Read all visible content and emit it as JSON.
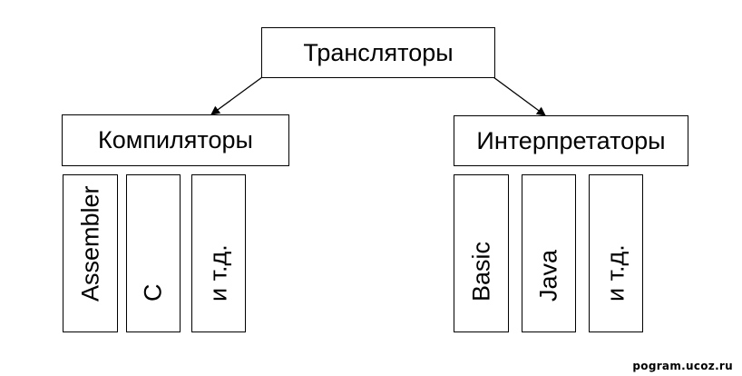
{
  "diagram": {
    "root": {
      "label": "Трансляторы"
    },
    "branches": [
      {
        "label": "Компиляторы",
        "items": [
          "Assembler",
          "C",
          "и т.д."
        ]
      },
      {
        "label": "Интерпретаторы",
        "items": [
          "Basic",
          "Java",
          "и т.д."
        ]
      }
    ]
  },
  "watermark": "pogram.ucoz.ru"
}
